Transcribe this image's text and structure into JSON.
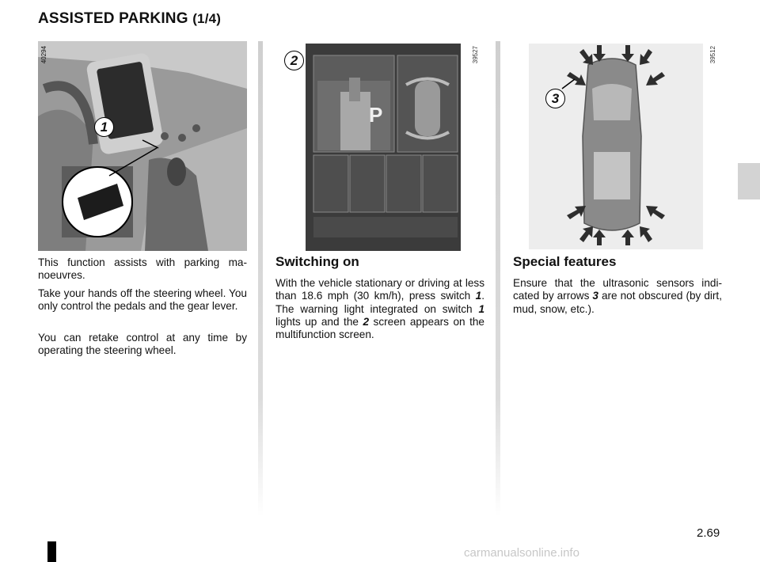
{
  "title": {
    "main": "ASSISTED PARKING",
    "suffix": "(1/4)"
  },
  "figures": {
    "fig1": {
      "code": "40294",
      "callout": "1"
    },
    "fig2": {
      "code": "39527",
      "callout": "2",
      "screen_letter": "P"
    },
    "fig3": {
      "code": "39512",
      "callout": "3"
    }
  },
  "col1": {
    "p1": "This function assists with parking ma-noeuvres.",
    "p2": "Take your hands off the steering wheel. You only control the pedals and the gear lever.",
    "p3": "You can retake control at any time by operating the steering wheel."
  },
  "col2": {
    "heading": "Switching on",
    "body": {
      "a": "With the vehicle stationary or driving at less than 18.6 mph (30 km/h), press switch ",
      "ref1": "1",
      "b": ". The warning light integrated on switch ",
      "ref2": "1",
      "c": " lights up and the ",
      "ref3": "2",
      "d": " screen appears on the multifunction screen."
    }
  },
  "col3": {
    "heading": "Special features",
    "body": {
      "a": "Ensure that the ultrasonic sensors indi-cated by arrows ",
      "ref": "3",
      "b": " are not obscured (by dirt, mud, snow, etc.)."
    }
  },
  "page_number": "2.69",
  "footer": "carmanualsonline.info"
}
